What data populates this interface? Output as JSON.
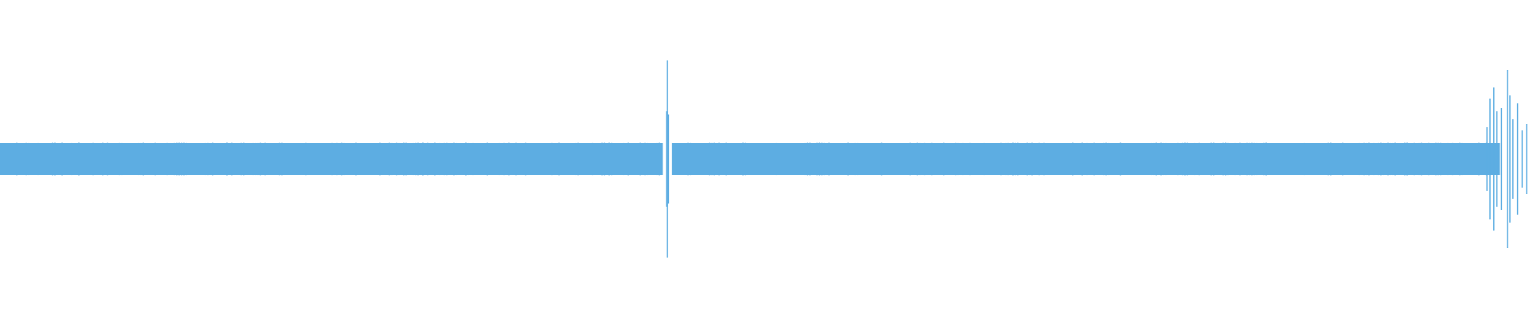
{
  "waveform": {
    "color": "#5dade2",
    "background": "#ffffff",
    "duration_fraction_axis": "normalized",
    "baseline_amplitude": 0.1,
    "baseline_start": 0.0,
    "baseline_end": 0.981,
    "gap_start": 0.4335,
    "gap_end": 0.4395,
    "spikes": [
      {
        "position": 0.4365,
        "amplitude": 0.62
      },
      {
        "position": 0.436,
        "amplitude": 0.3
      },
      {
        "position": 0.4372,
        "amplitude": 0.28
      },
      {
        "position": 0.9725,
        "amplitude": 0.2
      },
      {
        "position": 0.9745,
        "amplitude": 0.38
      },
      {
        "position": 0.977,
        "amplitude": 0.45
      },
      {
        "position": 0.979,
        "amplitude": 0.3
      },
      {
        "position": 0.982,
        "amplitude": 0.32
      },
      {
        "position": 0.986,
        "amplitude": 0.56
      },
      {
        "position": 0.9875,
        "amplitude": 0.4
      },
      {
        "position": 0.9895,
        "amplitude": 0.25
      },
      {
        "position": 0.9925,
        "amplitude": 0.35
      },
      {
        "position": 0.9955,
        "amplitude": 0.18
      },
      {
        "position": 0.9985,
        "amplitude": 0.22
      }
    ]
  }
}
